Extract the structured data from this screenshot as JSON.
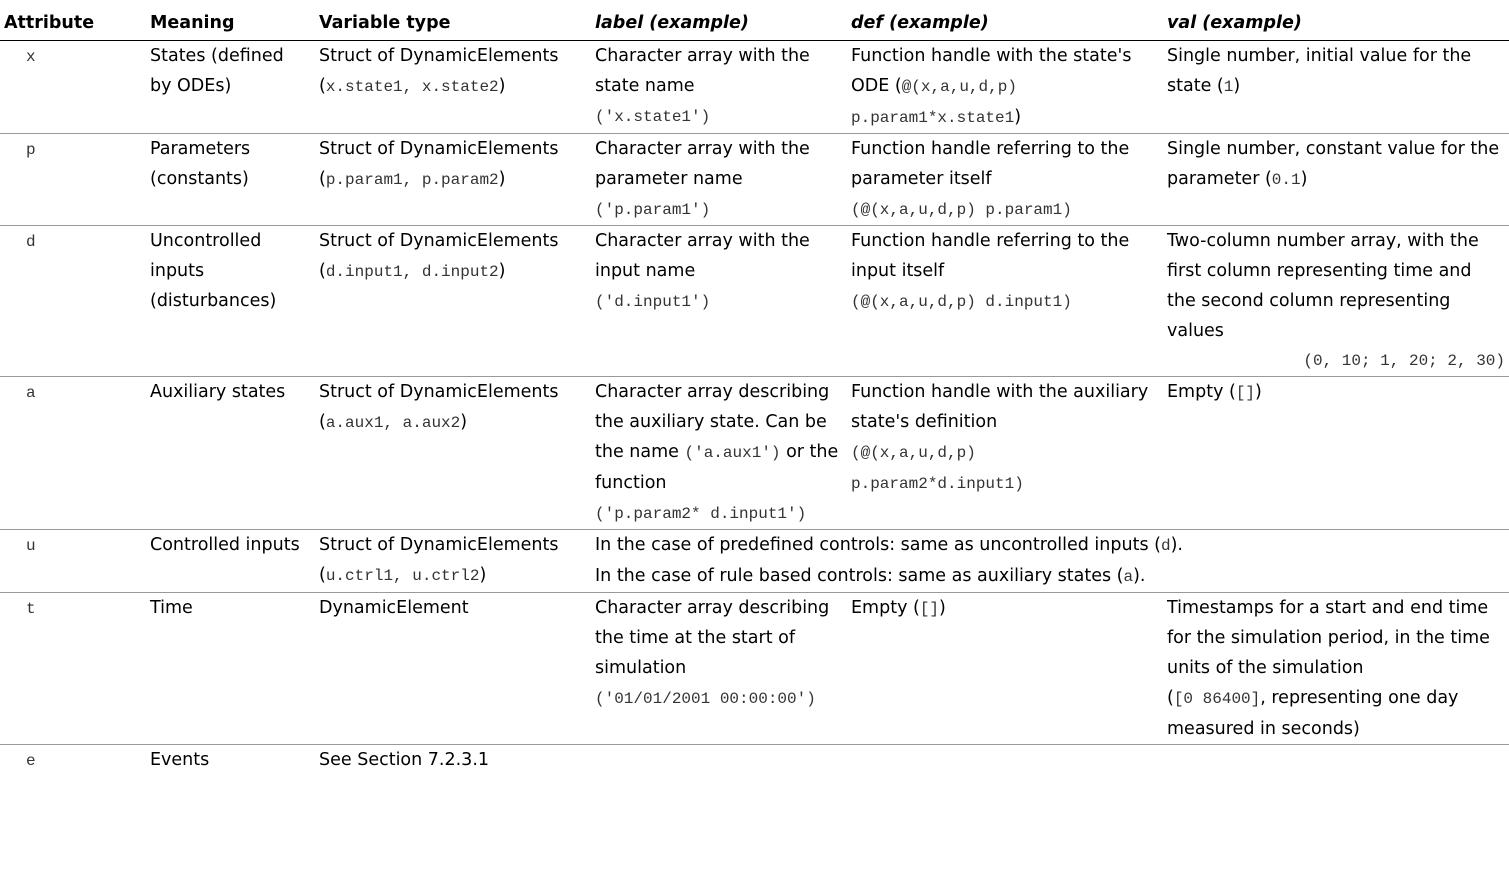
{
  "headers": {
    "attribute": "Attribute",
    "meaning": "Meaning",
    "type": "Variable type",
    "label": "label (example)",
    "def": "def (example)",
    "val": "val (example)"
  },
  "rows": {
    "x": {
      "attr": "x",
      "meaning": "States (defined by ODEs)",
      "type": "Struct of DynamicElements",
      "type_code": "x.state1, x.state2",
      "label": "Character array with the state name",
      "label_code": "('x.state1')",
      "def": "Function handle with the state's ODE (",
      "def_code": "@(x,a,u,d,p) p.param1*x.state1",
      "def_end": ")",
      "val": "Single number, initial value for the state (",
      "val_code": "1",
      "val_end": ")"
    },
    "p": {
      "attr": "p",
      "meaning": "Parameters (constants)",
      "type": "Struct of DynamicElements",
      "type_code": "p.param1, p.param2",
      "label": "Character array with the parameter name",
      "label_code": "('p.param1')",
      "def": "Function handle referring to the parameter itself",
      "def_code": "(@(x,a,u,d,p) p.param1)",
      "val": "Single number, constant value for the parameter (",
      "val_code": "0.1",
      "val_end": ")"
    },
    "d": {
      "attr": "d",
      "meaning": "Uncontrolled inputs (disturbances)",
      "type": "Struct of DynamicElements",
      "type_code": "d.input1, d.input2",
      "label": "Character array with the input name",
      "label_code": "('d.input1')",
      "def": "Function handle referring to the input itself",
      "def_code": "(@(x,a,u,d,p) d.input1)",
      "val": "Two-column number array, with the first column representing time and the second column representing values",
      "val_code": "(0, 10; 1, 20; 2, 30)"
    },
    "a": {
      "attr": "a",
      "meaning": "Auxiliary states",
      "type": "Struct of DynamicElements",
      "type_code": "a.aux1, a.aux2",
      "label": "Character array describing the auxiliary state. Can be the name",
      "label_code1": "('a.aux1')",
      "label_mid": " or the function",
      "label_code2": "('p.param2* d.input1')",
      "def": "Function handle with the auxiliary state's definition",
      "def_code": "(@(x,a,u,d,p) p.param2*d.input1)",
      "val": "Empty (",
      "val_code": "[]",
      "val_end": ")"
    },
    "u": {
      "attr": "u",
      "meaning": "Controlled inputs",
      "type": "Struct of DynamicElements",
      "type_code": "u.ctrl1, u.ctrl2",
      "line1": "In the case of predefined controls: same as uncontrolled inputs (",
      "line1_code": "d",
      "line1_end": ").",
      "line2": "In the case of rule based controls: same as auxiliary states (",
      "line2_code": "a",
      "line2_end": ")."
    },
    "t": {
      "attr": "t",
      "meaning": "Time",
      "type": "DynamicElement",
      "label": "Character array describing the time at the start of simulation",
      "label_code": "('01/01/2001 00:00:00')",
      "def": "Empty (",
      "def_code": "[]",
      "def_end": ")",
      "val": "Timestamps for a start and end time for the simulation period, in the time units of the simulation",
      "val_code": "[0 86400]",
      "val_end": ", representing one day measured in seconds)"
    },
    "e": {
      "attr": "e",
      "meaning": "Events",
      "type": "See Section 7.2.3.1"
    }
  }
}
